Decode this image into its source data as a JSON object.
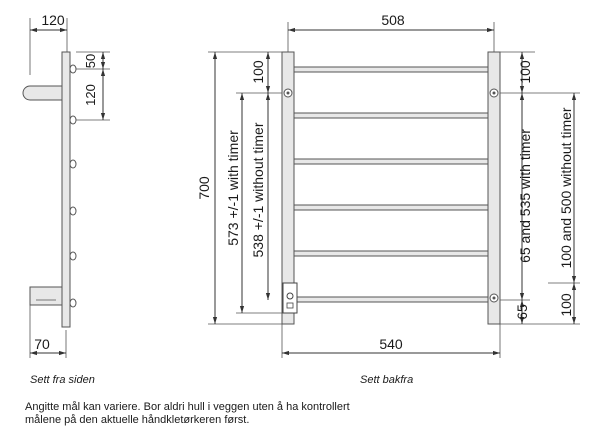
{
  "side_view": {
    "width_top": "120",
    "offset_50": "50",
    "spacing_120": "120",
    "depth_bottom": "70",
    "caption": "Sett fra siden"
  },
  "back_view": {
    "width_top": "508",
    "width_bottom": "540",
    "height_total": "700",
    "left_top_100": "100",
    "right_top_100": "100",
    "height_timer": "573 +/-1 with timer",
    "height_no_timer": "538 +/-1 without timer",
    "right_with_timer": "65 and 535 with timer",
    "right_without_timer": "100 and 500  without timer",
    "right_bottom_65": "65",
    "right_bottom_100": "100",
    "caption": "Sett bakfra"
  },
  "note": {
    "line1": "Angitte mål kan variere. Bor aldri hull i veggen uten å ha kontrollert",
    "line2": "målene på den aktuelle håndkletørkeren først."
  }
}
